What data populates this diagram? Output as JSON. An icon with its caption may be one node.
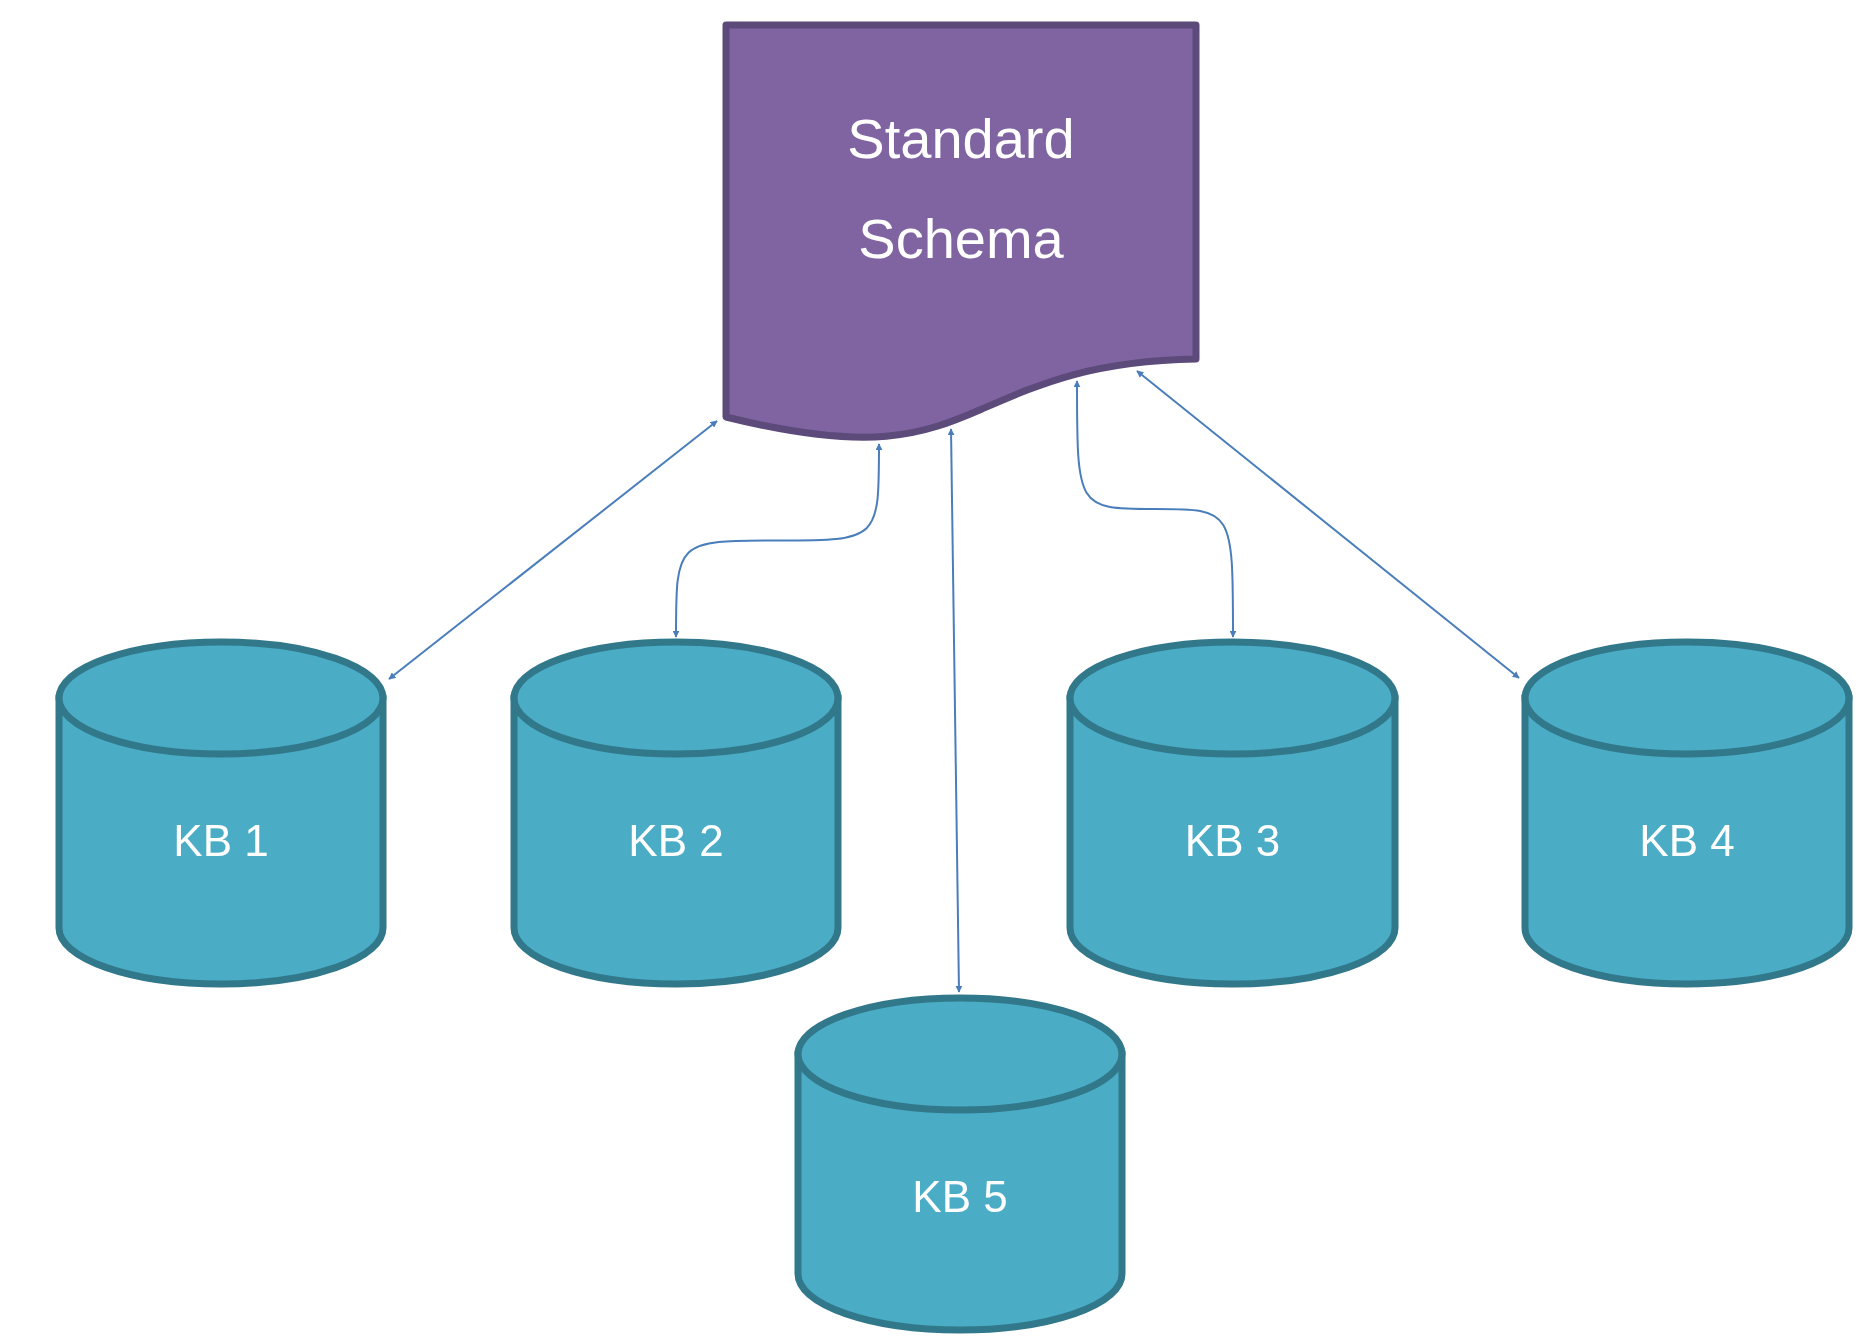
{
  "diagram": {
    "nodes": [
      {
        "text": [
          "Standard Schema"
        ]
      },
      {
        "text": [
          "KB 1"
        ]
      },
      {
        "text": [
          "KB 2"
        ]
      },
      {
        "text": [
          "KB 3"
        ]
      },
      {
        "text": [
          "KB 4"
        ]
      },
      {
        "text": [
          "KB 5"
        ]
      }
    ],
    "edges": [
      {
        "from": 0,
        "to": 1,
        "arrow": "both"
      },
      {
        "from": 0,
        "to": 2,
        "arrow": "both"
      },
      {
        "from": 0,
        "to": 5,
        "arrow": "both"
      },
      {
        "from": 0,
        "to": 3,
        "arrow": "both"
      },
      {
        "from": 0,
        "to": 4,
        "arrow": "both"
      }
    ]
  }
}
